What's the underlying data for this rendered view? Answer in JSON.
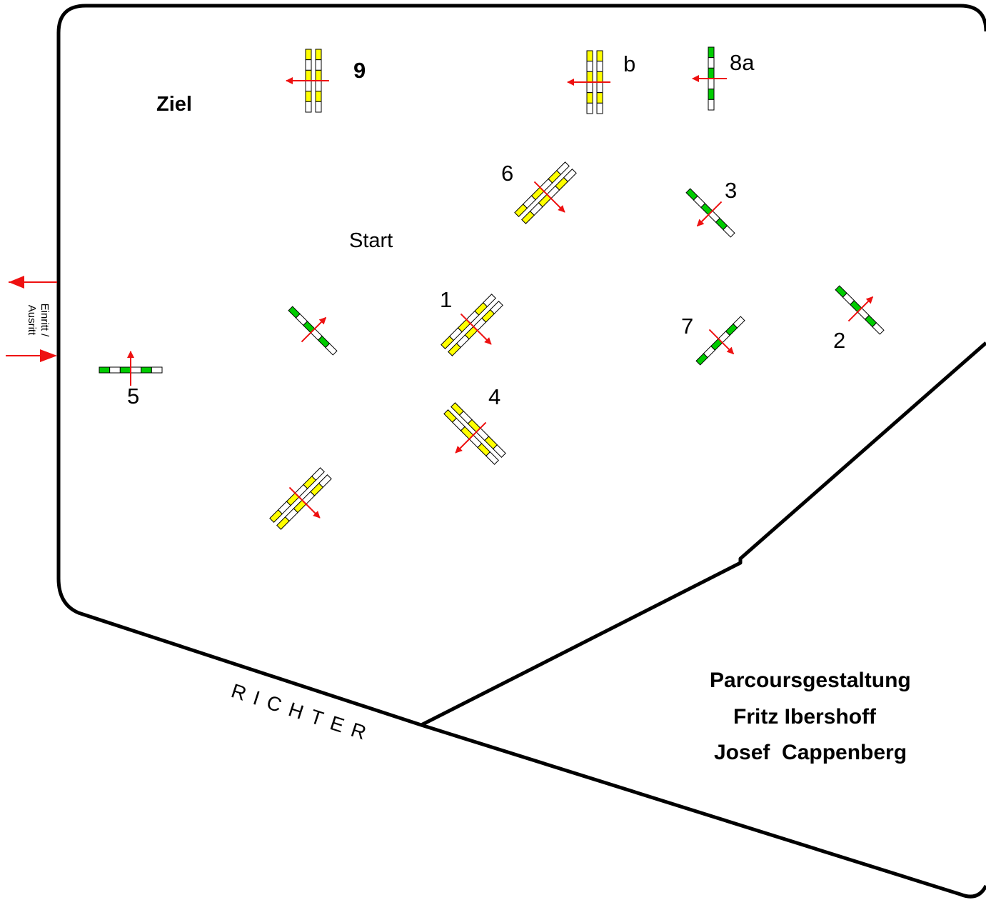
{
  "arena": {
    "zone_labels": {
      "finish": "Ziel",
      "start": "Start"
    },
    "judge_label": "RICHTER",
    "gate_label_line1": "Einritt /",
    "gate_label_line2": "Ausritt"
  },
  "obstacles": [
    {
      "number": "9",
      "kind": "oxer",
      "color": "yellow",
      "jump_direction": "left"
    },
    {
      "number": "b",
      "kind": "oxer",
      "color": "yellow",
      "jump_direction": "left"
    },
    {
      "number": "8a",
      "kind": "vertical",
      "color": "green",
      "jump_direction": "left"
    },
    {
      "number": "6",
      "kind": "oxer",
      "color": "yellow",
      "jump_direction": "down-right"
    },
    {
      "number": "3",
      "kind": "vertical",
      "color": "green",
      "jump_direction": "down-left"
    },
    {
      "number": "1",
      "kind": "oxer",
      "color": "yellow",
      "jump_direction": "down-right"
    },
    {
      "number": "7",
      "kind": "vertical",
      "color": "green",
      "jump_direction": "down-right"
    },
    {
      "number": "2",
      "kind": "vertical",
      "color": "green",
      "jump_direction": "up-right"
    },
    {
      "number": "5",
      "kind": "vertical",
      "color": "green",
      "jump_direction": "up"
    },
    {
      "number": "4",
      "kind": "oxer",
      "color": "yellow",
      "jump_direction": "down-left"
    },
    {
      "number": "",
      "kind": "vertical",
      "color": "green",
      "jump_direction": "up-right"
    },
    {
      "number": "",
      "kind": "oxer",
      "color": "yellow",
      "jump_direction": "down-right"
    }
  ],
  "credits": {
    "heading": "Parcoursgestaltung",
    "designer_1": "Fritz Ibershoff",
    "designer_2": "Josef  Cappenberg"
  },
  "colors": {
    "yellow_rail": "#ffff00",
    "green_rail": "#00cc00",
    "arrow_red": "#ee1111",
    "arena_line": "#000000"
  }
}
